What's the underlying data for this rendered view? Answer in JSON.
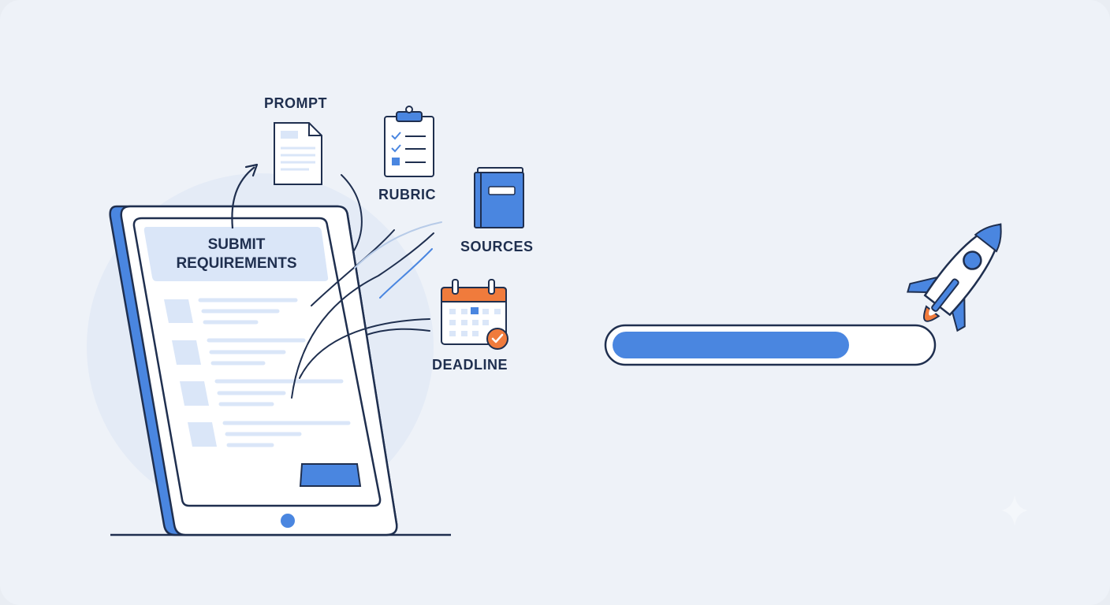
{
  "tablet": {
    "title_line1": "SUBMIT",
    "title_line2": "REQUIREMENTS"
  },
  "requirements": [
    {
      "label": "PROMPT",
      "icon": "document-icon"
    },
    {
      "label": "RUBRIC",
      "icon": "clipboard-checklist-icon"
    },
    {
      "label": "SOURCES",
      "icon": "book-icon"
    },
    {
      "label": "DEADLINE",
      "icon": "calendar-check-icon"
    }
  ],
  "progress": {
    "value": 0.75,
    "icon": "rocket-icon"
  },
  "colors": {
    "background": "#eef2f8",
    "accent_blue": "#4a86e0",
    "navy": "#1f2f4f",
    "light_blue": "#dde8f9",
    "orange": "#f07b3c"
  }
}
